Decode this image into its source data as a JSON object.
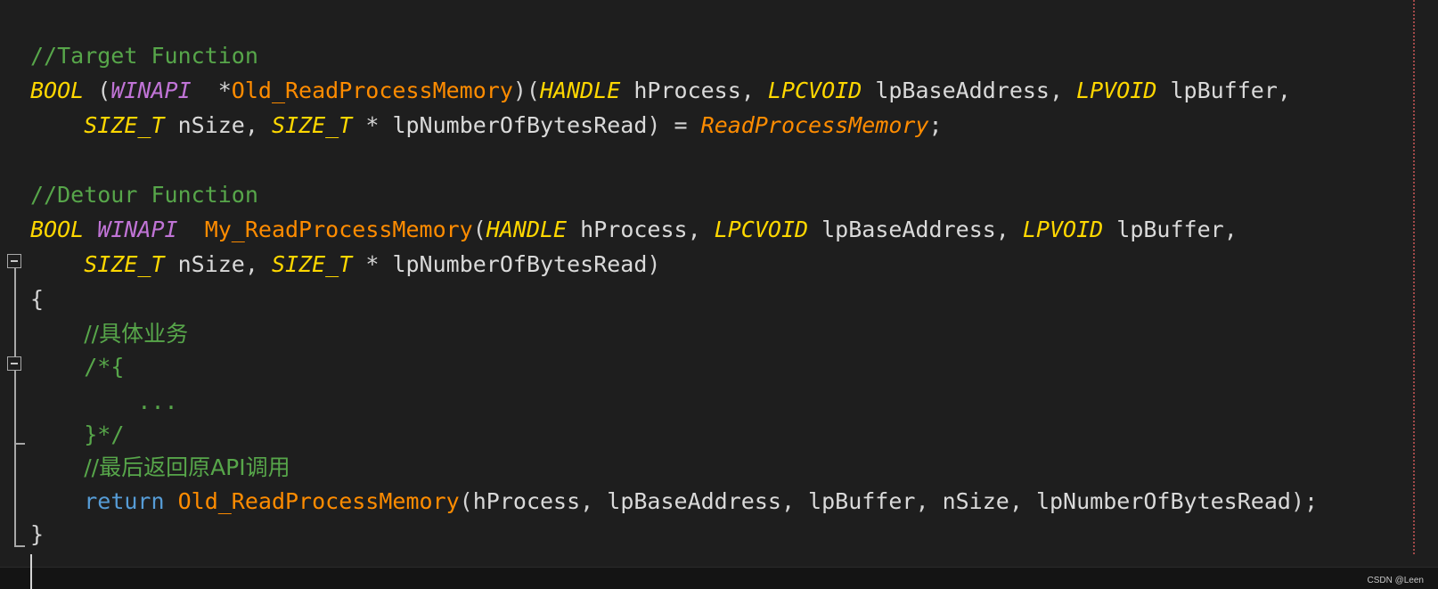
{
  "editor": {
    "theme_colors": {
      "background": "#1e1e1e",
      "comment": "#57a64a",
      "type": "#ffd700",
      "macro": "#c074d6",
      "function": "#ff8c00",
      "keyword": "#569cd6",
      "identifier": "#dadada",
      "margin_guide": "#a04848"
    },
    "lines": [
      "//Target Function",
      "BOOL (WINAPI  *Old_ReadProcessMemory)(HANDLE hProcess, LPCVOID lpBaseAddress, LPVOID lpBuffer,",
      "    SIZE_T nSize, SIZE_T * lpNumberOfBytesRead) = ReadProcessMemory;",
      "",
      "//Detour Function",
      "BOOL WINAPI  My_ReadProcessMemory(HANDLE hProcess, LPCVOID lpBaseAddress, LPVOID lpBuffer,",
      "    SIZE_T nSize, SIZE_T * lpNumberOfBytesRead)",
      "{",
      "    //具体业务",
      "    /*{",
      "        ...",
      "    }*/",
      "    //最后返回原API调用",
      "    return Old_ReadProcessMemory(hProcess, lpBaseAddress, lpBuffer, nSize, lpNumberOfBytesRead);",
      "}"
    ],
    "tokens": {
      "comment_target": "//Target Function",
      "comment_detour": "//Detour Function",
      "comment_business": "//具体业务",
      "comment_block_open": "/*{",
      "comment_block_dots": "...",
      "comment_block_close": "}*/",
      "comment_return": "//最后返回原API调用",
      "BOOL": "BOOL",
      "WINAPI": "WINAPI",
      "HANDLE": "HANDLE",
      "LPCVOID": "LPCVOID",
      "LPVOID": "LPVOID",
      "SIZE_T": "SIZE_T",
      "return": "return",
      "old_fn": "Old_ReadProcessMemory",
      "my_fn": "My_ReadProcessMemory",
      "rpm": "ReadProcessMemory",
      "hProcess": "hProcess",
      "lpBaseAddress": "lpBaseAddress",
      "lpBuffer": "lpBuffer",
      "nSize": "nSize",
      "lpNumberOfBytesRead": "lpNumberOfBytesRead"
    }
  },
  "watermark": "CSDN @Leen"
}
